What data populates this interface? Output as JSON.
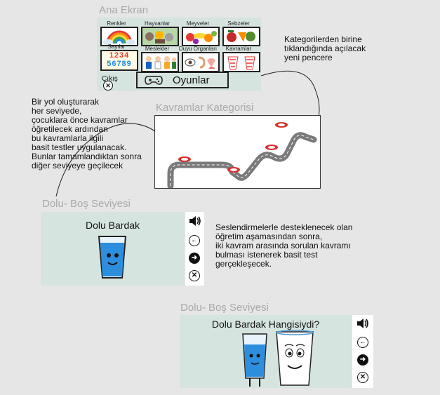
{
  "main_screen": {
    "title": "Ana Ekran",
    "categories": [
      {
        "label": "Renkler",
        "icon": "rainbow-icon"
      },
      {
        "label": "Hayvanlar",
        "icon": "animals-icon"
      },
      {
        "label": "Meyveler",
        "icon": "fruits-icon"
      },
      {
        "label": "Sebzeler",
        "icon": "vegetables-icon"
      },
      {
        "label": "Sayılar",
        "icon": "numbers-icon"
      },
      {
        "label": "Meslekler",
        "icon": "professions-icon"
      },
      {
        "label": "Duyu Organları",
        "icon": "senses-icon"
      },
      {
        "label": "Kavramlar",
        "icon": "concepts-icon"
      }
    ],
    "numbers_text": [
      "1234",
      "56789"
    ],
    "exit_label": "Çıkış",
    "games_label": "Oyunlar"
  },
  "notes": {
    "categories_note": [
      "Kategorilerden birine",
      "tıklandığında açılacak",
      "yeni pencere"
    ],
    "path_note": [
      "Bir yol oluşturarak",
      "her seviyede,",
      "çocuklara önce kavramlar",
      "öğretilecek ardından",
      "bu kavramlarla ilgili",
      "basit testler uygulanacak.",
      "Bunlar tamamlandıktan sonra",
      "diğer seviyeye geçilecek"
    ],
    "audio_note": [
      "Seslendirmelerle desteklenecek olan",
      "öğretim aşamasından sonra,",
      "iki kavram arasında sorulan kavramı",
      "bulması istenerek basit test",
      "gerçekleşecek."
    ]
  },
  "concept_category": {
    "title": "Kavramlar Kategorisi"
  },
  "level_teach": {
    "title": "Dolu- Boş Seviyesi",
    "card_title": "Dolu Bardak"
  },
  "level_test": {
    "title": "Dolu- Boş Seviyesi",
    "question": "Dolu Bardak Hangisiydi?"
  },
  "colors": {
    "panel": "#d6e4df",
    "title_gray": "#a9a9a9",
    "water": "#2e8ede",
    "road": "#7a7a7a",
    "marker": "#d9302c"
  }
}
